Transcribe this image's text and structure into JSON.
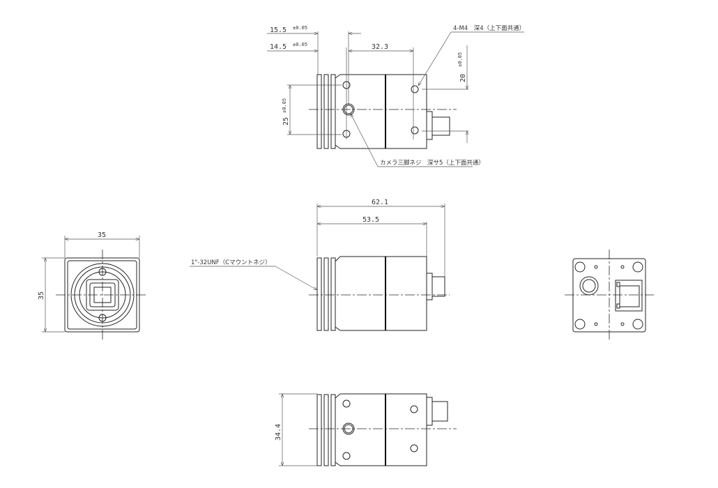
{
  "top_view": {
    "dim_15_5": "15.5",
    "dim_14_5": "14.5",
    "tol": "±0.05",
    "dim_32_3": "32.3",
    "dim_20": "20",
    "dim_25": "25",
    "label_m4": "4-M4　深4（上下面共通）",
    "label_tripod": "カメラ三脚ネジ　深サ5（上下面共通）"
  },
  "side_view": {
    "dim_62_1": "62.1",
    "dim_53_5": "53.5",
    "label_mount": "1\"-32UNF（Cマウントネジ）"
  },
  "front_view": {
    "dim_width": "35",
    "dim_height": "35"
  },
  "bottom_view": {
    "dim_height": "34.4"
  }
}
